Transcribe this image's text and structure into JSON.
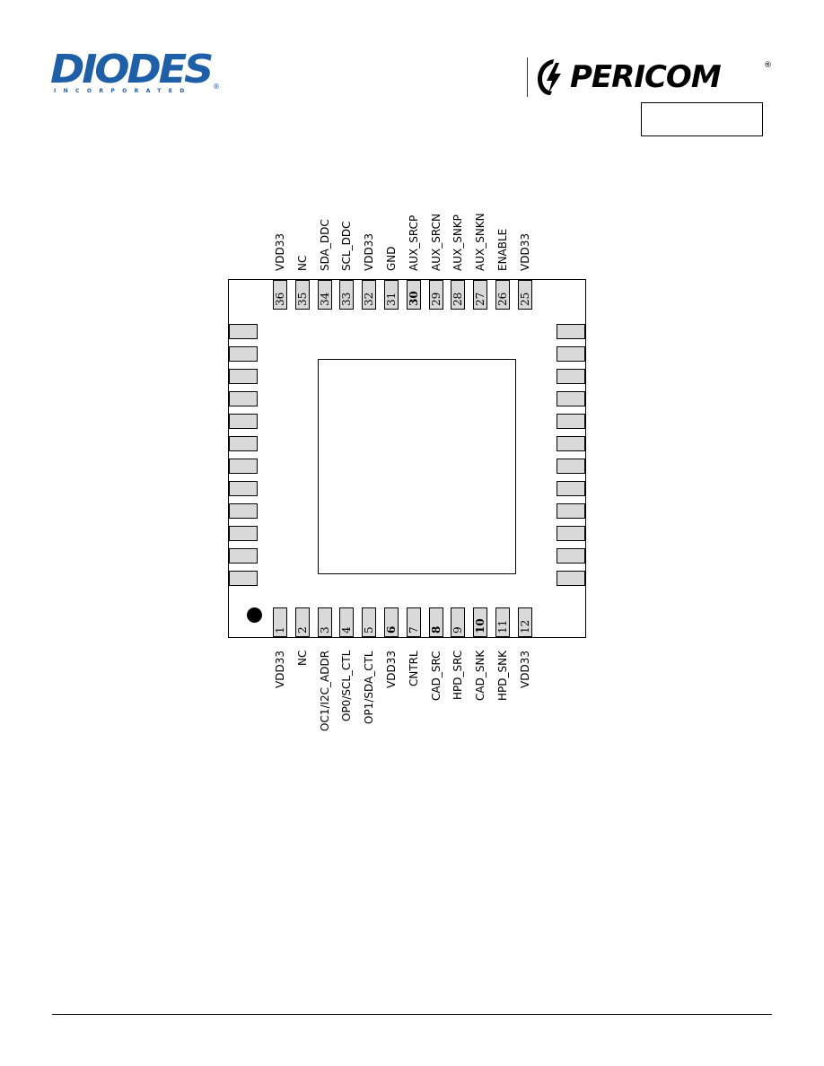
{
  "header": {
    "diodes_logo": {
      "word": "DIODES",
      "sub": "INCORPORATED",
      "mark": "®"
    },
    "pericom_logo": {
      "word": "PERICOM",
      "mark": "®"
    },
    "label_box": ""
  },
  "colors": {
    "diodes_blue": "#1f5fa8",
    "pin_fill": "#d9d9d9",
    "outline": "#000000"
  },
  "icons": {
    "pin1_marker": "filled-circle-icon",
    "pericom_emblem": "pericom-bolt-icon"
  },
  "top_pins": [
    {
      "num": "36",
      "name": "VDD33",
      "bold": false
    },
    {
      "num": "35",
      "name": "NC",
      "bold": false
    },
    {
      "num": "34",
      "name": "SDA_DDC",
      "bold": false
    },
    {
      "num": "33",
      "name": "SCL_DDC",
      "bold": false
    },
    {
      "num": "32",
      "name": "VDD33",
      "bold": false
    },
    {
      "num": "31",
      "name": "GND",
      "bold": false
    },
    {
      "num": "30",
      "name": "AUX_SRCP",
      "bold": true
    },
    {
      "num": "29",
      "name": "AUX_SRCN",
      "bold": false
    },
    {
      "num": "28",
      "name": "AUX_SNKP",
      "bold": false
    },
    {
      "num": "27",
      "name": "AUX_SNKN",
      "bold": false
    },
    {
      "num": "26",
      "name": "ENABLE",
      "bold": false
    },
    {
      "num": "25",
      "name": "VDD33",
      "bold": false
    }
  ],
  "bottom_pins": [
    {
      "num": "1",
      "name": "VDD33",
      "bold": false
    },
    {
      "num": "2",
      "name": "NC",
      "bold": false
    },
    {
      "num": "3",
      "name": "OC1/I2C_ADDR",
      "bold": false
    },
    {
      "num": "4",
      "name": "OP0/SCL_CTL",
      "bold": false
    },
    {
      "num": "5",
      "name": "OP1/SDA_CTL",
      "bold": false
    },
    {
      "num": "6",
      "name": "VDD33",
      "bold": true
    },
    {
      "num": "7",
      "name": "CNTRL",
      "bold": false
    },
    {
      "num": "8",
      "name": "CAD_SRC",
      "bold": true
    },
    {
      "num": "9",
      "name": "HPD_SRC",
      "bold": false
    },
    {
      "num": "10",
      "name": "CAD_SNK",
      "bold": true
    },
    {
      "num": "11",
      "name": "HPD_SNK",
      "bold": false
    },
    {
      "num": "12",
      "name": "VDD33",
      "bold": false
    }
  ],
  "left_pin_count": 12,
  "right_pin_count": 12
}
